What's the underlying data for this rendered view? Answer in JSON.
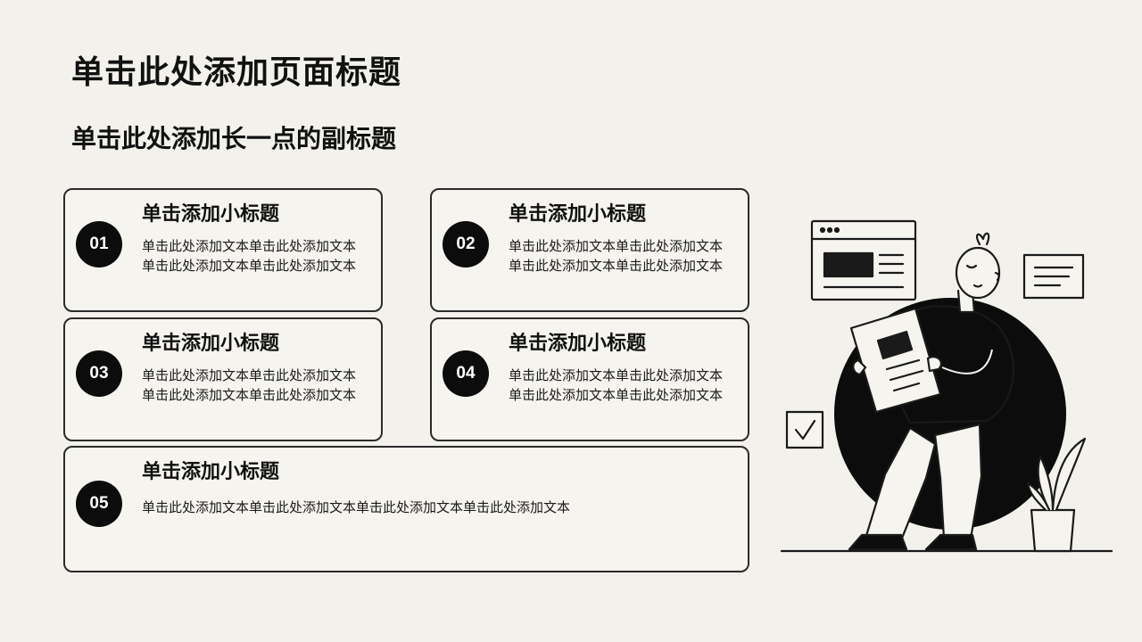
{
  "slide": {
    "title": "单击此处添加页面标题",
    "subtitle": "单击此处添加长一点的副标题"
  },
  "cards": [
    {
      "number": "01",
      "title": "单击添加小标题",
      "text": "单击此处添加文本单击此处添加文本单击此处添加文本单击此处添加文本"
    },
    {
      "number": "02",
      "title": "单击添加小标题",
      "text": "单击此处添加文本单击此处添加文本单击此处添加文本单击此处添加文本"
    },
    {
      "number": "03",
      "title": "单击添加小标题",
      "text": "单击此处添加文本单击此处添加文本单击此处添加文本单击此处添加文本"
    },
    {
      "number": "04",
      "title": "单击添加小标题",
      "text": "单击此处添加文本单击此处添加文本单击此处添加文本单击此处添加文本"
    },
    {
      "number": "05",
      "title": "单击添加小标题",
      "text": "单击此处添加文本单击此处添加文本单击此处添加文本单击此处添加文本"
    }
  ],
  "illustration": {
    "name": "person-holding-document-illustration",
    "icons": [
      "browser-window-icon",
      "text-note-icon",
      "checkbox-icon",
      "potted-plant-icon"
    ],
    "colors": {
      "ink": "#0c0c0c",
      "paper": "#f3f1ec"
    }
  }
}
